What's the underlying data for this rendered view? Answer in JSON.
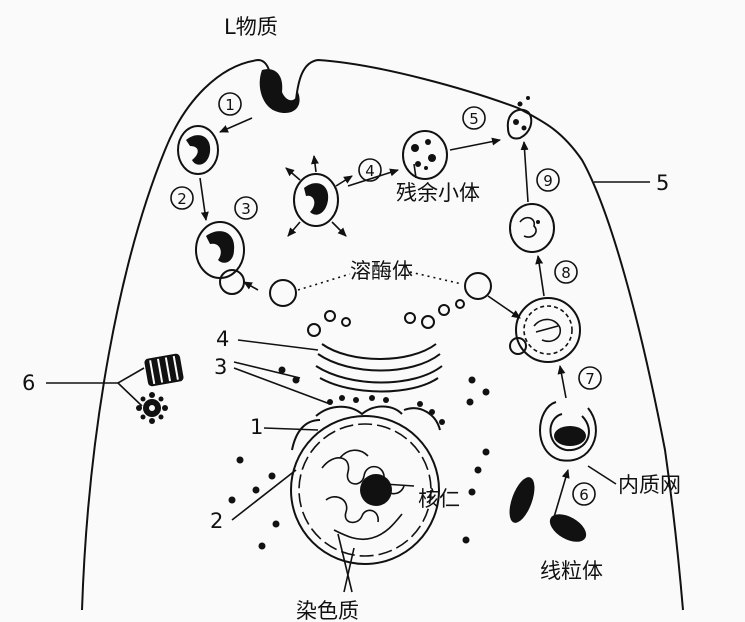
{
  "labels": {
    "l_substance": "L物质",
    "lysosome": "溶酶体",
    "residual_body": "残余小体",
    "nucleolus": "核仁",
    "chromatin": "染色质",
    "er": "内质网",
    "mitochondria": "线粒体",
    "n1": "1",
    "n2": "2",
    "n3": "3",
    "n4": "4",
    "n5": "5",
    "n6": "6"
  },
  "steps": [
    "1",
    "2",
    "3",
    "4",
    "5",
    "6",
    "7",
    "8",
    "9"
  ]
}
